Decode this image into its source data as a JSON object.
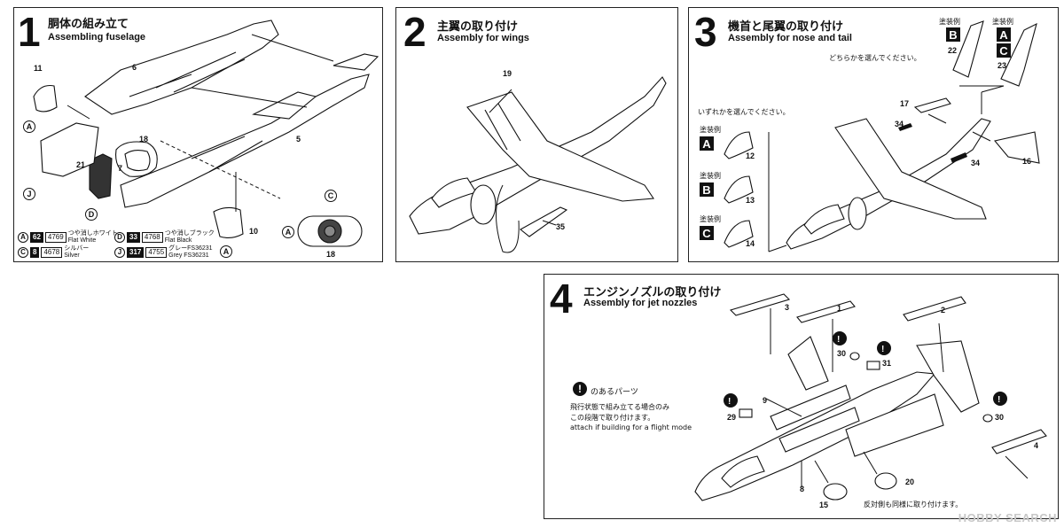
{
  "steps": [
    {
      "number": "1",
      "title_jp": "胴体の組み立て",
      "title_en": "Assembling fuselage",
      "parts": [
        "11",
        "6",
        "5",
        "18",
        "21",
        "7",
        "10",
        "18"
      ],
      "callouts": [
        "A",
        "J",
        "D",
        "C",
        "A",
        "A"
      ],
      "paints": [
        {
          "letter": "A",
          "num": "62",
          "code": "4769",
          "jp": "つや消しホワイト",
          "en": "Flat White"
        },
        {
          "letter": "C",
          "num": "8",
          "code": "4678",
          "jp": "シルバー",
          "en": "Silver"
        },
        {
          "letter": "D",
          "num": "33",
          "code": "4768",
          "jp": "つや消しブラック",
          "en": "Flat Black"
        },
        {
          "letter": "J",
          "num": "317",
          "code": "4755",
          "jp": "グレーFS36231",
          "en": "Grey FS36231"
        }
      ]
    },
    {
      "number": "2",
      "title_jp": "主翼の取り付け",
      "title_en": "Assembly for wings",
      "parts": [
        "19",
        "35"
      ]
    },
    {
      "number": "3",
      "title_jp": "機首と尾翼の取り付け",
      "title_en": "Assembly for nose and tail",
      "paint_scheme_label": "塗装例",
      "choose_one_tail": "どちらかを選んでください。",
      "choose_one_nose": "いずれかを選んでください。",
      "tail_options": [
        {
          "letters": [
            "B"
          ],
          "part": "22"
        },
        {
          "letters": [
            "A",
            "C"
          ],
          "part": "23"
        }
      ],
      "nose_options": [
        {
          "letter": "A",
          "part": "12"
        },
        {
          "letter": "B",
          "part": "13"
        },
        {
          "letter": "C",
          "part": "14"
        }
      ],
      "parts": [
        "17",
        "34",
        "34",
        "16"
      ]
    },
    {
      "number": "4",
      "title_jp": "エンジンノズルの取り付け",
      "title_en": "Assembly for jet nozzles",
      "note_header": "のあるパーツ",
      "note_jp_1": "飛行状態で組み立てる場合のみ",
      "note_jp_2": "この段階で取り付けます。",
      "note_en": "attach if building for a flight mode",
      "opposite_side": "反対側も同様に取り付けます。",
      "parts": [
        "3",
        "1",
        "2",
        "30",
        "31",
        "9",
        "29",
        "30",
        "4",
        "20",
        "8",
        "15"
      ]
    }
  ],
  "watermark": "HOBBY SEARCH"
}
